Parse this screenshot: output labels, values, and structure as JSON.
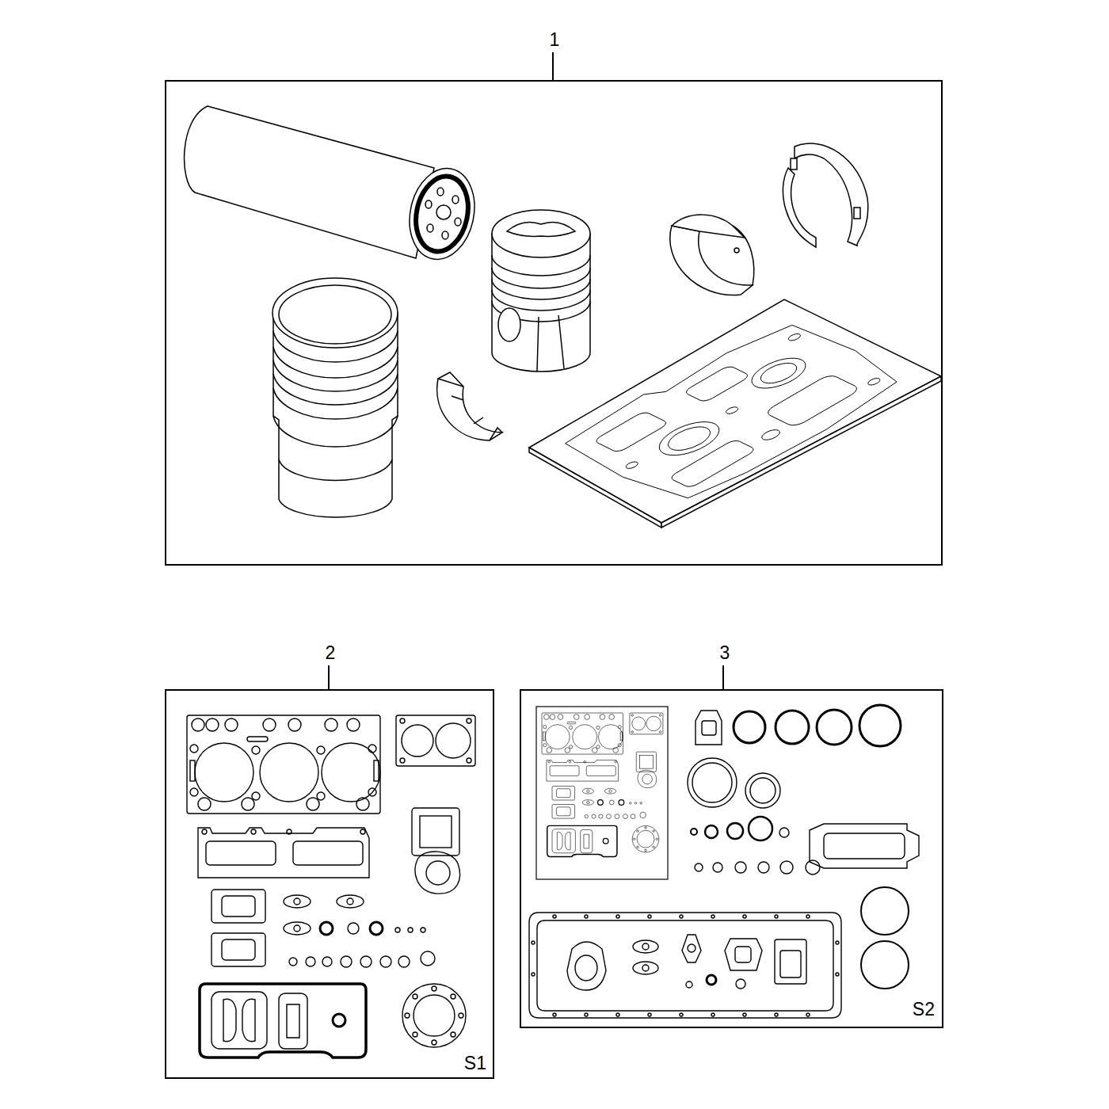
{
  "diagram": {
    "nodes": [
      {
        "text": [
          "1"
        ]
      },
      {
        "text": [
          "2",
          "S1"
        ]
      },
      {
        "text": [
          "3",
          "S2"
        ]
      }
    ]
  }
}
